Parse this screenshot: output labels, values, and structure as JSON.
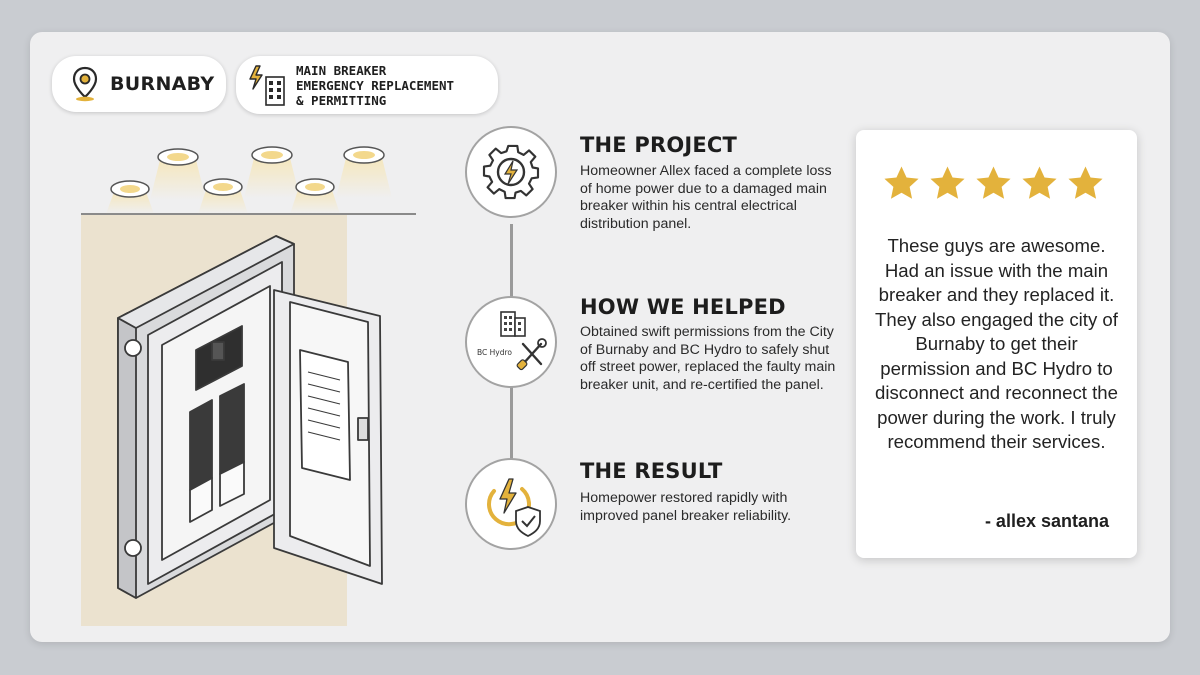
{
  "location": {
    "label": "BURNABY",
    "icon": "map-pin-icon"
  },
  "service": {
    "lines": [
      "MAIN BREAKER",
      "EMERGENCY REPLACEMENT",
      "& PERMITTING"
    ],
    "icon": "bolt-building-icon"
  },
  "sections": [
    {
      "title": "THE PROJECT",
      "body": "Homeowner Allex faced a complete loss of home power due to a damaged main breaker within his central electrical distribution panel.",
      "icon": "gear-bolt-icon"
    },
    {
      "title": "HOW WE HELPED",
      "body": "Obtained swift permissions from the City of Burnaby and BC Hydro to safely shut off street power, replaced the faulty main breaker unit, and re-certified the panel.",
      "icon": "city-tools-icon",
      "icon_label": "BC Hydro"
    },
    {
      "title": "THE RESULT",
      "body": "Homepower restored rapidly with improved panel breaker reliability.",
      "icon": "power-shield-icon"
    }
  ],
  "review": {
    "rating": 5,
    "max_rating": 5,
    "text": "These guys are awesome. Had an issue with the main breaker and they replaced it. They also engaged the city of Burnaby to get their permission and BC Hydro to disconnect and reconnect the power during the work. I truly recommend their services.",
    "author": "- allex santana"
  },
  "colors": {
    "accent": "#e3b23c",
    "background": "#efeff0",
    "wall": "#ece3d1"
  }
}
